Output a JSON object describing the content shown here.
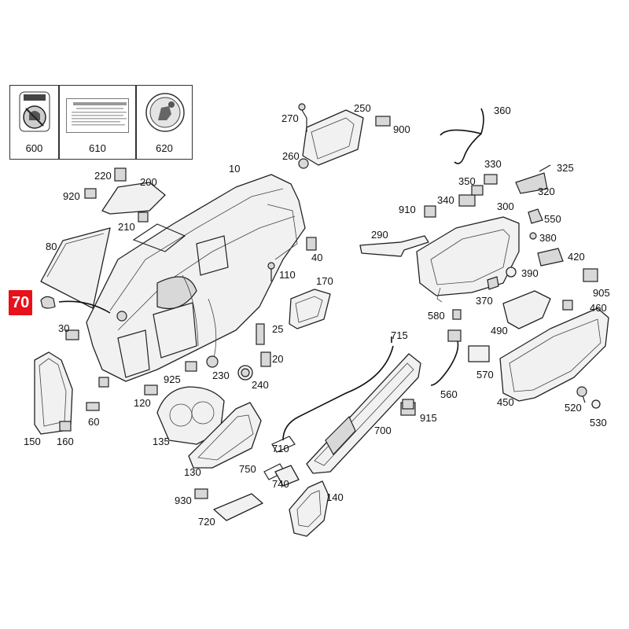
{
  "legend": [
    {
      "number": "600",
      "icon": "no-child-seat-icon"
    },
    {
      "number": "610",
      "icon": "warning-label-text"
    },
    {
      "number": "620",
      "icon": "airbag-seat-icon"
    }
  ],
  "highlighted_part": "70",
  "callouts": {
    "p10": "10",
    "p20": "20",
    "p25": "25",
    "p30": "30",
    "p40": "40",
    "p60": "60",
    "p70": "70",
    "p80": "80",
    "p110": "110",
    "p120": "120",
    "p130": "130",
    "p135": "135",
    "p140": "140",
    "p150": "150",
    "p160": "160",
    "p170": "170",
    "p200": "200",
    "p210": "210",
    "p220": "220",
    "p230": "230",
    "p240": "240",
    "p250": "250",
    "p260": "260",
    "p270": "270",
    "p290": "290",
    "p300": "300",
    "p320": "320",
    "p325": "325",
    "p330": "330",
    "p340": "340",
    "p350": "350",
    "p360": "360",
    "p370": "370",
    "p380": "380",
    "p390": "390",
    "p420": "420",
    "p450": "450",
    "p460": "460",
    "p490": "490",
    "p520": "520",
    "p530": "530",
    "p550": "550",
    "p560": "560",
    "p570": "570",
    "p580": "580",
    "p700": "700",
    "p710": "710",
    "p715": "715",
    "p720": "720",
    "p740": "740",
    "p750": "750",
    "p900": "900",
    "p905": "905",
    "p910": "910",
    "p915": "915",
    "p920": "920",
    "p925": "925",
    "p930": "930"
  },
  "colors": {
    "highlight": "#e8101a",
    "line": "#222222",
    "background": "#ffffff"
  }
}
